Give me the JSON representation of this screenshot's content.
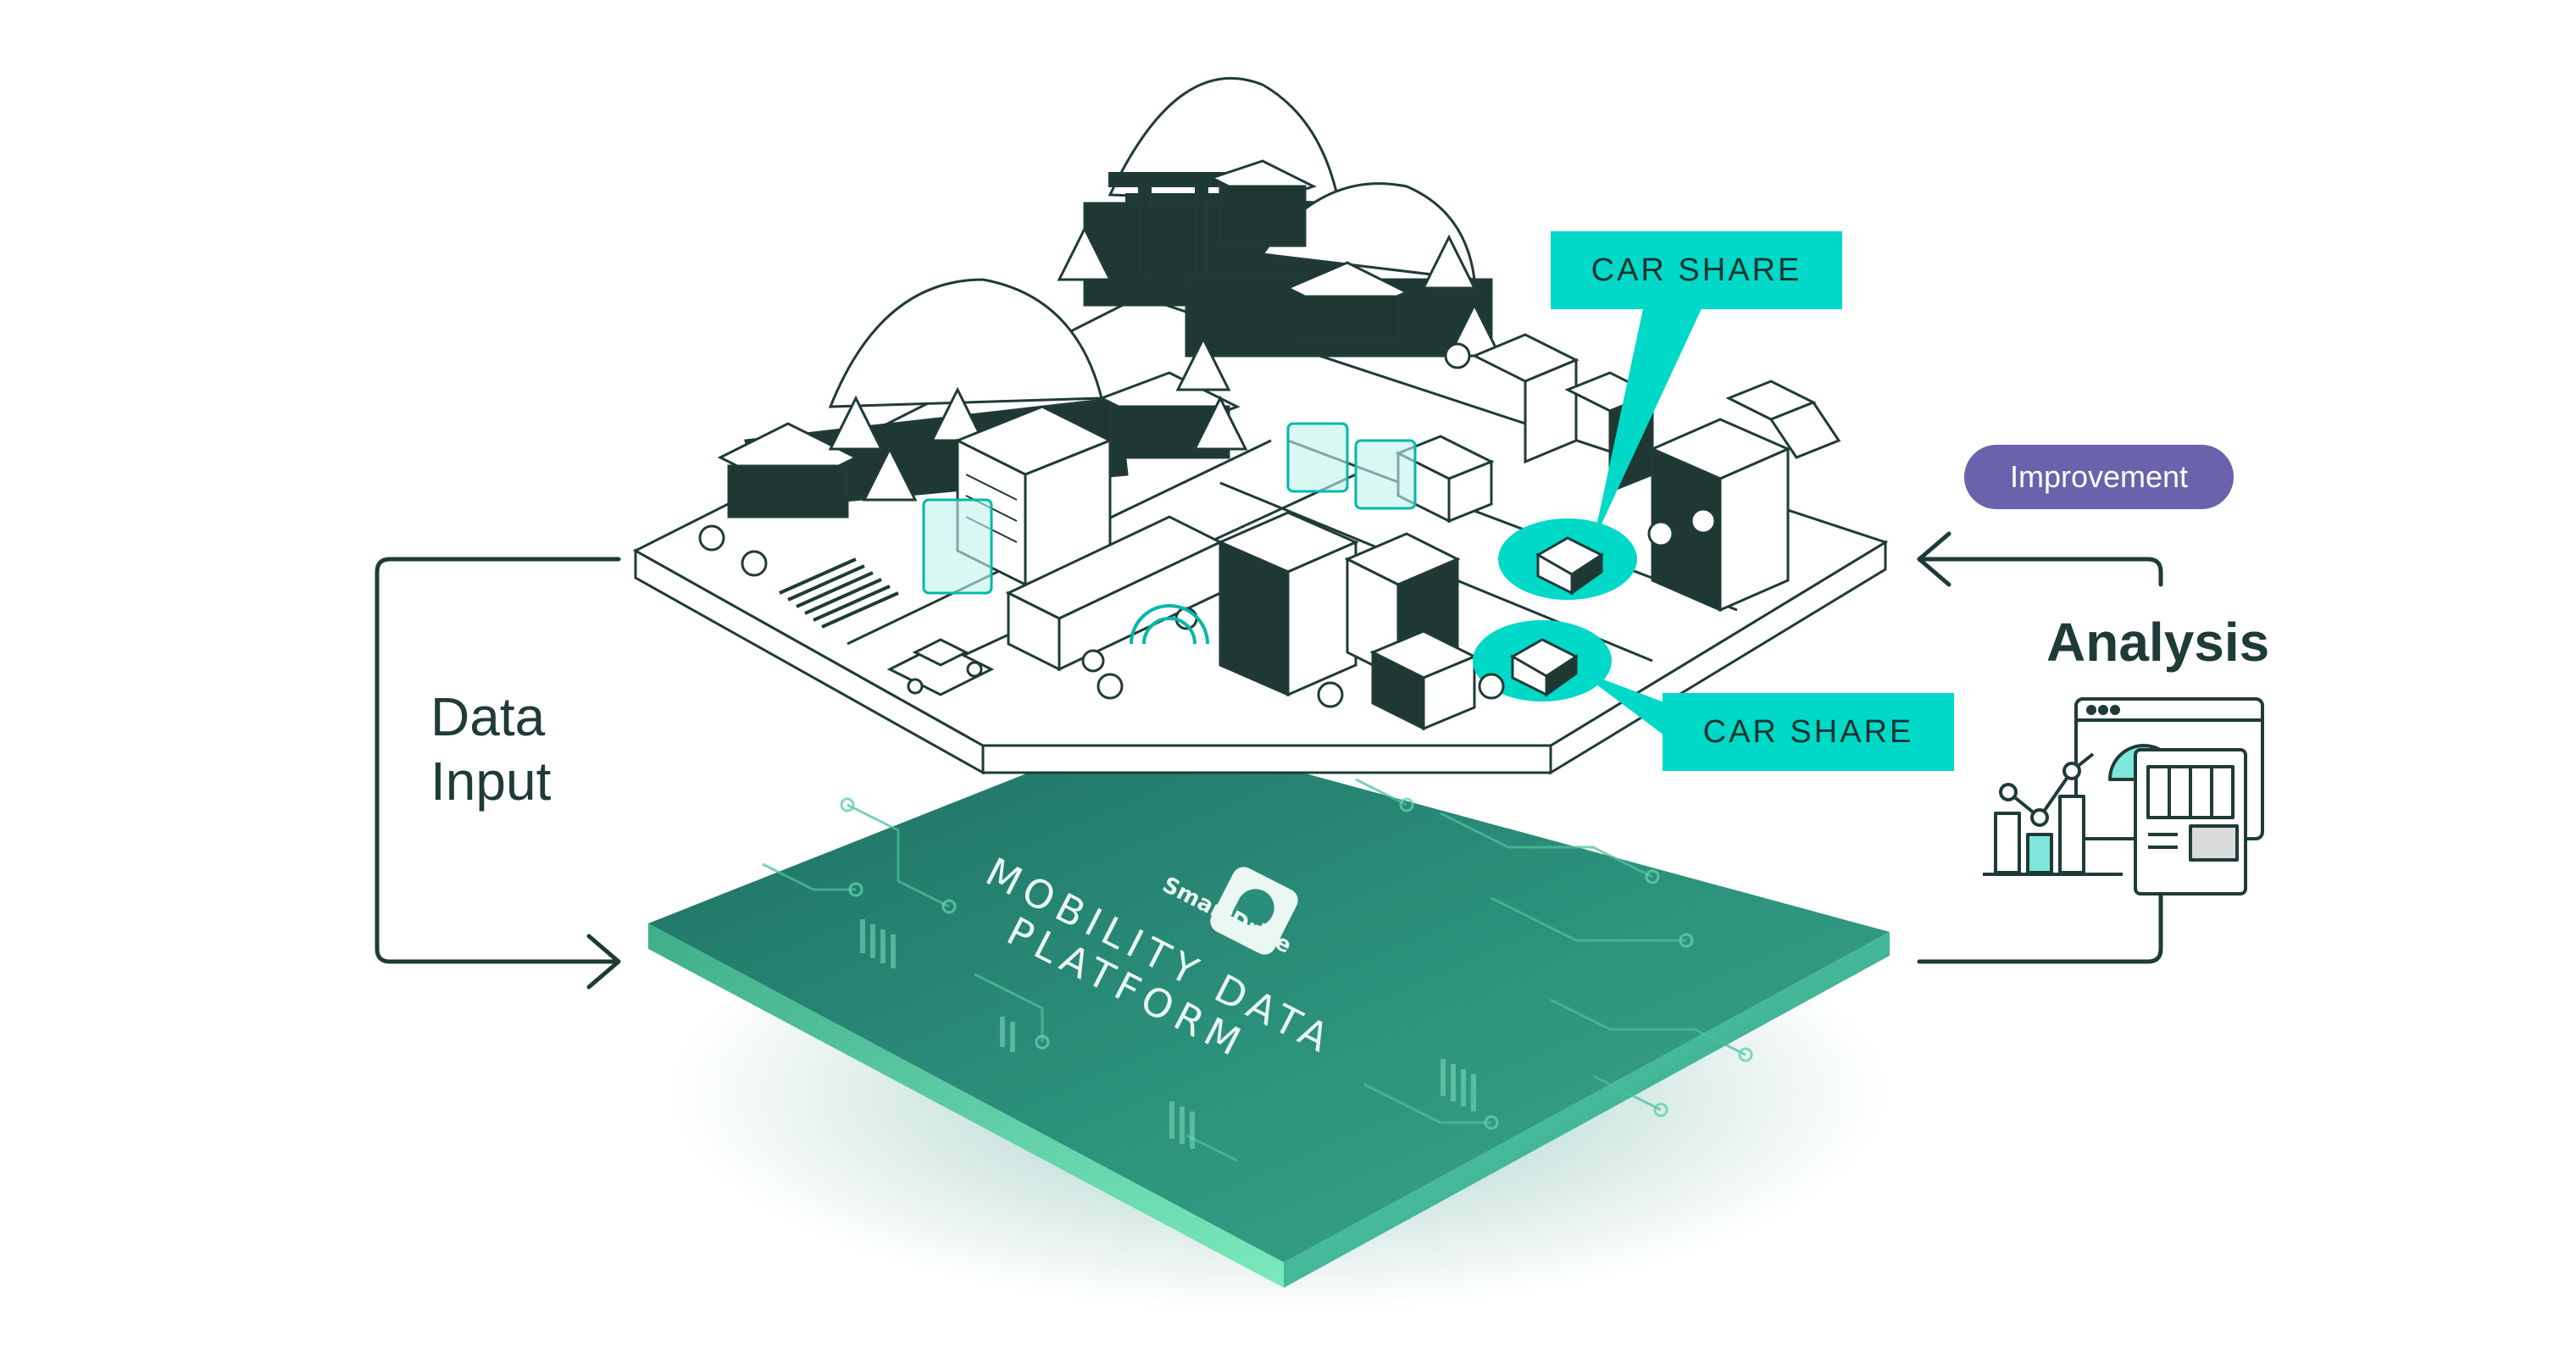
{
  "labels": {
    "data_input_line1": "Data",
    "data_input_line2": "Input",
    "analysis": "Analysis",
    "improvement": "Improvement",
    "car_share_top": "CAR SHARE",
    "car_share_bottom": "CAR SHARE",
    "platform_brand": "SmartDrive",
    "platform_line1": "MOBILITY DATA",
    "platform_line2": "PLATFORM"
  },
  "colors": {
    "ink": "#1f3b37",
    "teal": "#00d8c8",
    "platform_top": "#2a8f7a",
    "platform_dark": "#1e6f63",
    "platform_edge": "#5fe0b8",
    "purple": "#6a62ac",
    "building_dark": "#203833"
  }
}
